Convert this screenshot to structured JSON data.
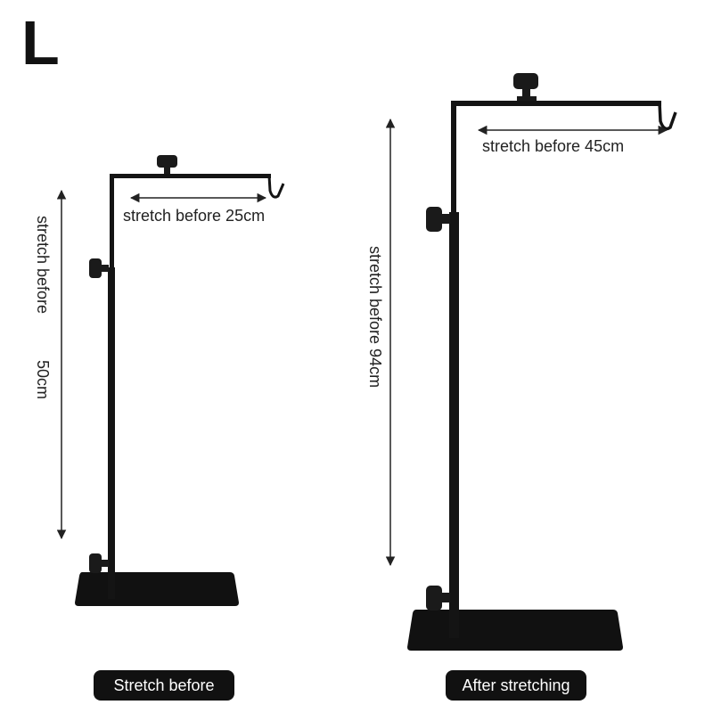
{
  "size_label": "L",
  "before": {
    "horizontal_label": "stretch before 25cm",
    "vertical_label_part1": "stretch before",
    "vertical_label_part2": "50cm",
    "badge": "Stretch before"
  },
  "after": {
    "horizontal_label": "stretch before 45cm",
    "vertical_label": "stretch before 94cm",
    "badge": "After stretching"
  },
  "colors": {
    "stand": "#111111",
    "arrow": "#222222",
    "badge_bg": "#111111",
    "badge_text": "#ffffff"
  }
}
